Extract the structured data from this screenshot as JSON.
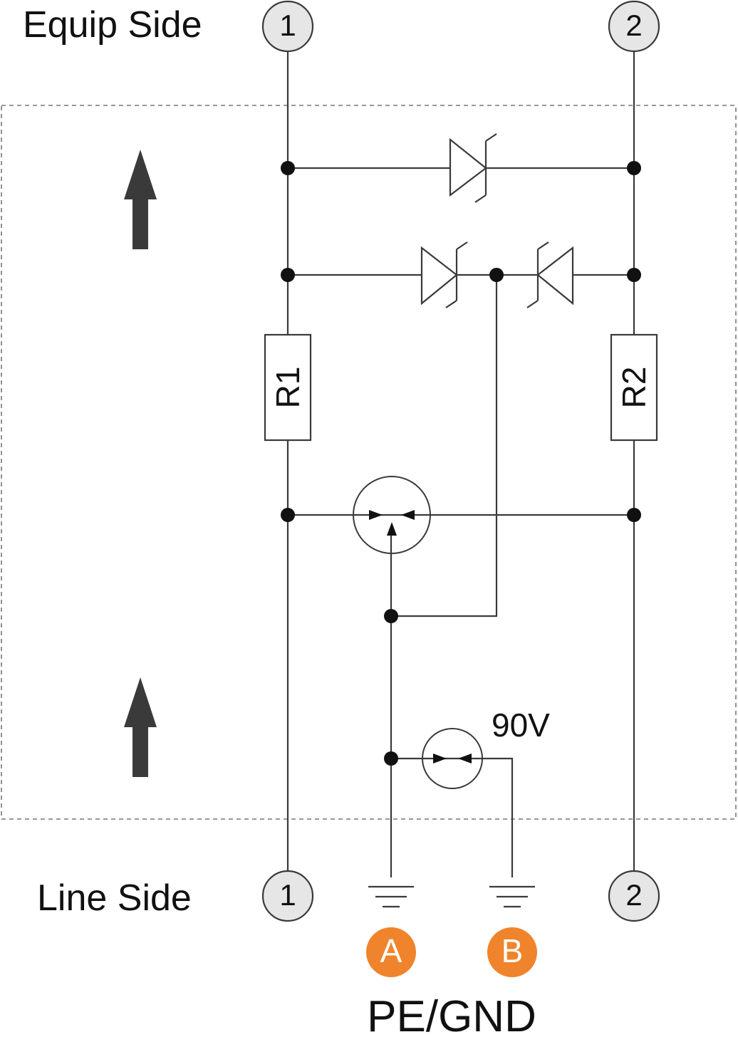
{
  "labels": {
    "equip_side": "Equip Side",
    "line_side": "Line Side",
    "voltage": "90V",
    "pe_gnd": "PE/GND"
  },
  "terminals": {
    "equip_1": "1",
    "equip_2": "2",
    "line_1": "1",
    "line_2": "2"
  },
  "resistors": {
    "r1": "R1",
    "r2": "R2"
  },
  "ground_badges": {
    "a": "A",
    "b": "B"
  },
  "colors": {
    "accent": "#F0842C",
    "terminal_fill": "#E6E6E6",
    "wire": "#3A3A3A",
    "arrow": "#3A3A3A",
    "frame": "#777777"
  }
}
